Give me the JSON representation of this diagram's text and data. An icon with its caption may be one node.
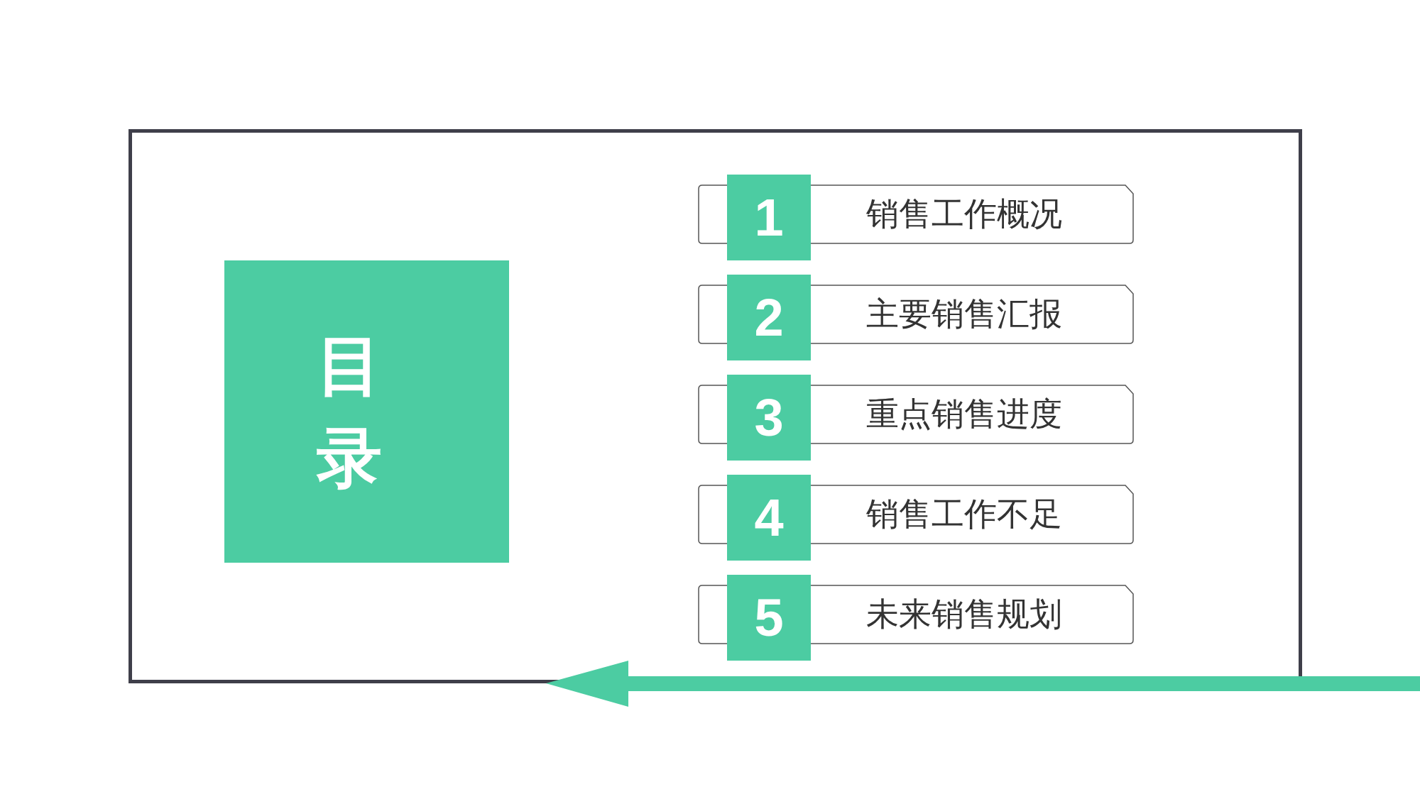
{
  "diagram": {
    "nodes": [
      {
        "text": [],
        "shape": "box"
      },
      {
        "text": [
          "目录"
        ],
        "in": 0
      },
      {
        "text": [
          "1"
        ],
        "in": 0
      },
      {
        "text": [
          "销售工作概况"
        ],
        "in": 0
      },
      {
        "text": [
          "2"
        ],
        "in": 0
      },
      {
        "text": [
          "主要销售汇报"
        ],
        "in": 0
      },
      {
        "text": [
          "3"
        ],
        "in": 0
      },
      {
        "text": [
          "重点销售进度"
        ],
        "in": 0
      },
      {
        "text": [
          "4"
        ],
        "in": 0
      },
      {
        "text": [
          "销售工作不足"
        ],
        "in": 0
      },
      {
        "text": [
          "5"
        ],
        "in": 0
      },
      {
        "text": [
          "未来销售规划"
        ],
        "in": 0
      }
    ]
  }
}
